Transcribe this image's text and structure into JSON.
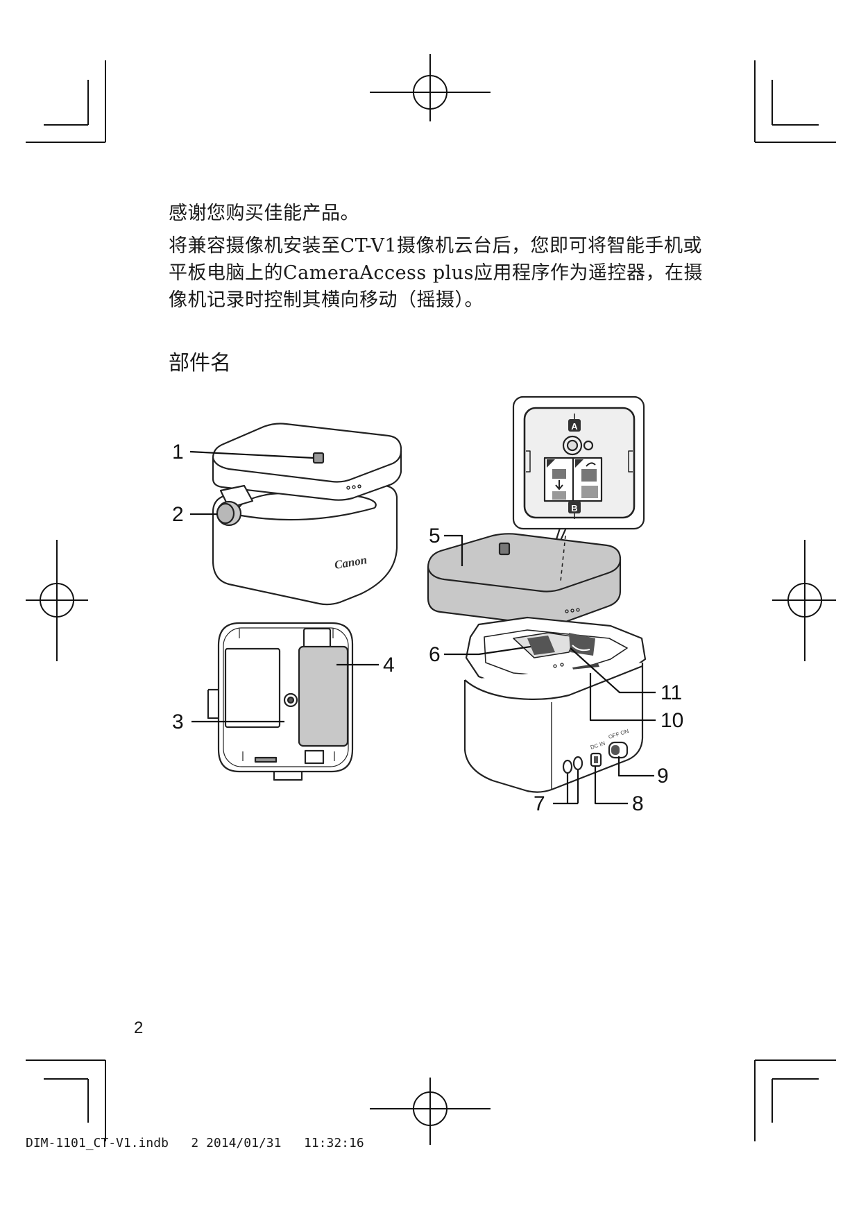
{
  "intro": {
    "line1": "感谢您购买佳能产品。",
    "para2_line1": "将兼容摄像机安装至CT-V1摄像机云台后，您即可将智能手机或",
    "para2_line2": "平板电脑上的CameraAccess plus应用程序作为遥控器，在摄",
    "para2_line3": "像机记录时控制其横向移动（摇摄）。"
  },
  "section_title": "部件名",
  "figure": {
    "callouts": [
      "1",
      "2",
      "3",
      "4",
      "5",
      "6",
      "7",
      "8",
      "9",
      "10",
      "11"
    ],
    "brand_mark": "Canon",
    "inset_label_a": "A",
    "inset_label_b": "B",
    "port_label_dc": "DC IN",
    "switch_label": "OFF ON"
  },
  "page_number": "2",
  "slug": "DIM-1101_CT-V1.indb   2 2014/01/31   11:32:16",
  "colors": {
    "ink": "#1a1a1a",
    "grey_fill": "#c8c8c8",
    "light_fill": "#efefef"
  }
}
